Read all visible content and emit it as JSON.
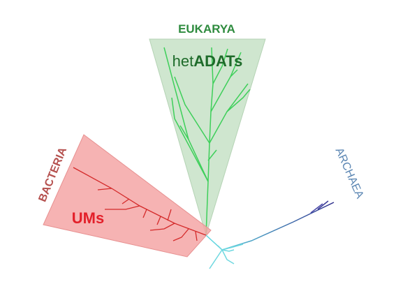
{
  "labels": {
    "eukarya": "EUKARYA",
    "bacteria": "BACTERIA",
    "archaea": "ARCHAEA",
    "eukarya_group_prefix": "het",
    "eukarya_group_main": "ADATs",
    "bacteria_group": "UMs"
  },
  "colors": {
    "eukarya": "#2e8b3e",
    "eukarya_fill": "#cfe6cf",
    "eukarya_branch": "#3ecf5a",
    "bacteria": "#b5514f",
    "bacteria_fill": "#f5a6a6",
    "bacteria_branch": "#d42a2a",
    "ums": "#e3202a",
    "archaea": "#5b86b3",
    "archaea_start": "#5fd6e0",
    "archaea_end": "#2a2a8a"
  }
}
